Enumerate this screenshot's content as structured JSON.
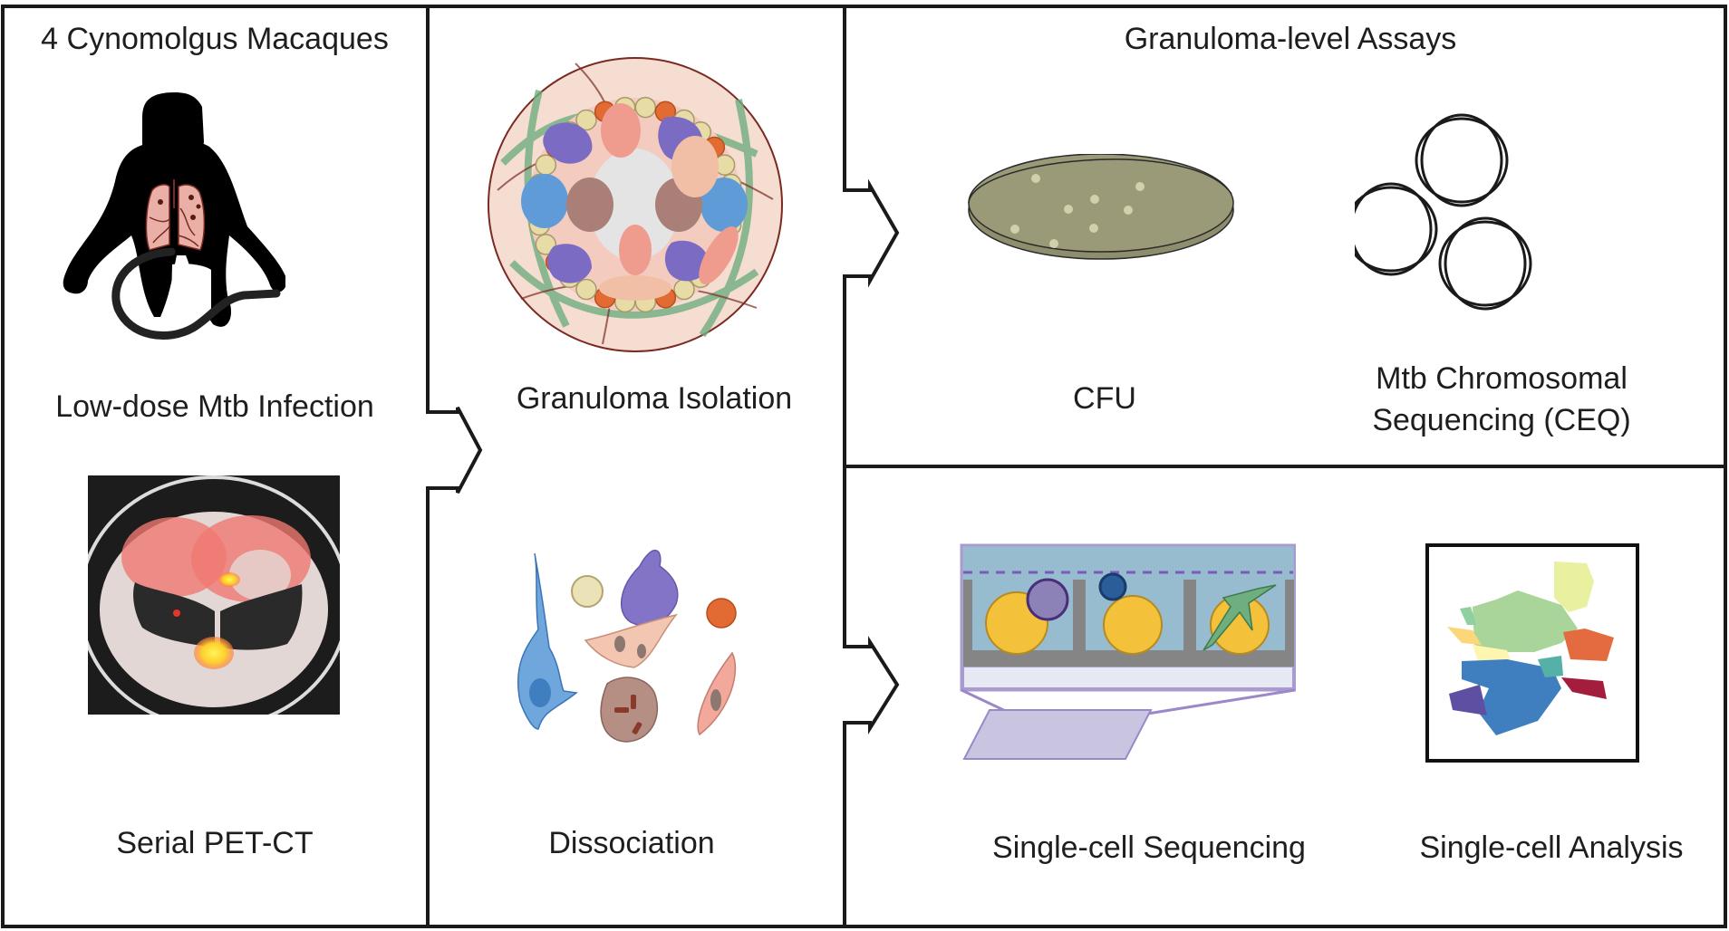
{
  "panels": {
    "infection": {
      "title": "4 Cynomolgus Macaques",
      "infection_label": "Low-dose Mtb Infection",
      "imaging_label": "Serial PET-CT"
    },
    "isolation": {
      "isolation_label": "Granuloma Isolation",
      "dissociation_label": "Dissociation"
    },
    "assays": {
      "title": "Granuloma-level Assays",
      "cfu_label": "CFU",
      "ceq_label_line1": "Mtb Chromosomal",
      "ceq_label_line2": "Sequencing (CEQ)",
      "scseq_label": "Single-cell Sequencing",
      "scanalysis_label": "Single-cell Analysis"
    }
  },
  "colors": {
    "border": "#1a1a1a",
    "lung": "#eab0a8",
    "lung_line": "#7a2a20",
    "agar": "#9a9a78",
    "bead": "#f3c13a",
    "well_bg": "#97bccf",
    "well_frame": "#a99bd0",
    "umap": [
      "#5e4fa2",
      "#3f7fc0",
      "#55b0a8",
      "#a9d49a",
      "#e9f0a0",
      "#fdf5b0",
      "#fbd77a",
      "#f08a4b",
      "#e36b3f",
      "#a51d3c",
      "#8fcfa0"
    ]
  }
}
